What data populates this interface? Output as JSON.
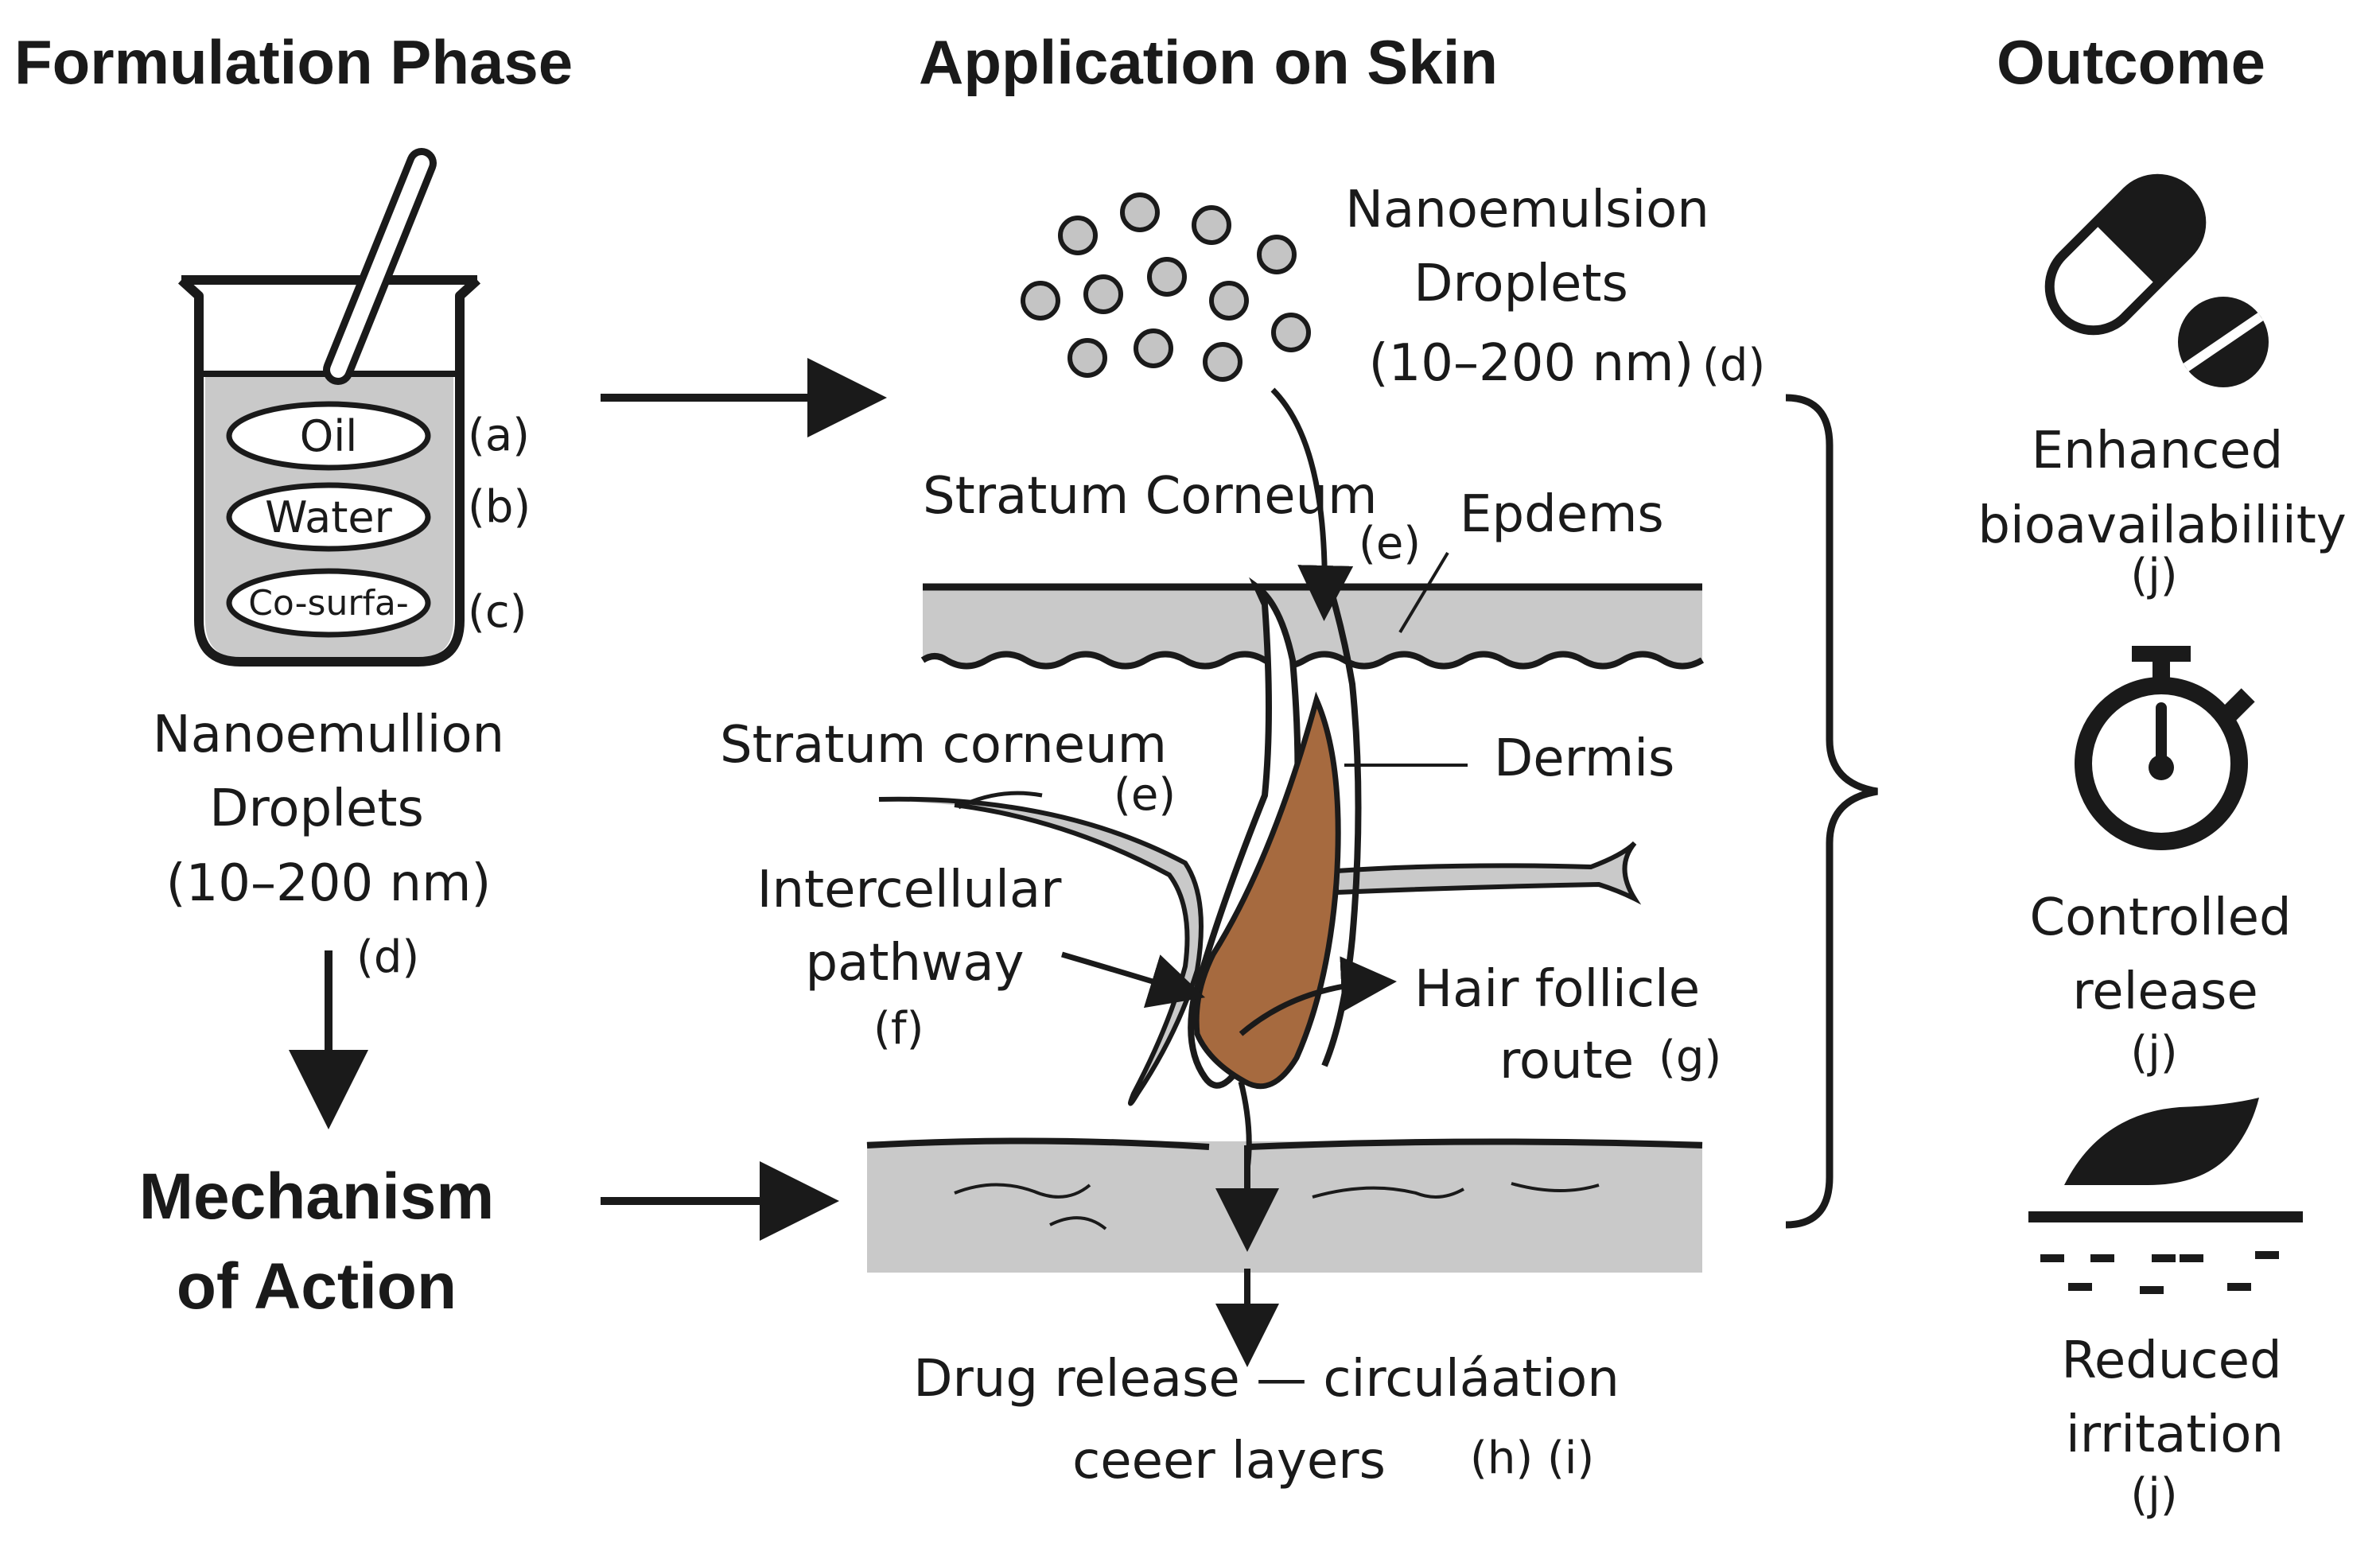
{
  "headers": {
    "formulation": "Formulation Phase",
    "application": "Application on Skin",
    "outcome": "Outcome"
  },
  "formulation": {
    "components": [
      {
        "label": "Oil",
        "tag": "(a)"
      },
      {
        "label": "Water",
        "tag": "(b)"
      },
      {
        "label": "Co-surfa-",
        "tag": "(c)"
      }
    ],
    "droplets": {
      "line1": "Nanoemullion",
      "line2": "Droplets",
      "line3": "(10–200 nm)",
      "tag": "(d)"
    },
    "mechanism": {
      "line1": "Mechanism",
      "line2": "of Action"
    }
  },
  "application": {
    "droplets": {
      "line1": "Nanoemulsion",
      "line2": "Droplets",
      "line3": "(10–200 nm)",
      "tag": "(d)"
    },
    "stratum_top": "Stratum Corneum",
    "stratum_top_tag": "(e)",
    "epidermis": "Epdems",
    "stratum_lower": "Stratum corneum",
    "stratum_lower_tag": "(e)",
    "dermis": "Dermis",
    "intercellular": {
      "line1": "Intercellular",
      "line2": "pathway",
      "tag": "(f)"
    },
    "follicle": {
      "line1": "Hair follicle",
      "line2": "route",
      "tag": "(g)"
    },
    "release": {
      "line1": "Drug release — circuláation",
      "line2": "ceeer layers",
      "tags": "(h) (i)"
    }
  },
  "outcome": {
    "items": [
      {
        "line1": "Enhanced",
        "line2": "bioavailabiliity",
        "tag": "(j)",
        "icon": "capsule-pill-icon"
      },
      {
        "line1": "Controlled",
        "line2": "release",
        "tag": "(j)",
        "icon": "stopwatch-icon"
      },
      {
        "line1": "Reduced",
        "line2": "irritation",
        "tag": "(j)",
        "icon": "leaf-skin-icon"
      }
    ]
  },
  "colors": {
    "ink": "#1a1a1a",
    "skin_gray": "#c9c9c9",
    "follicle_brown": "#a66a3f",
    "droplet_gray": "#c4c4c4",
    "beaker_fill": "#c9c9c9"
  }
}
